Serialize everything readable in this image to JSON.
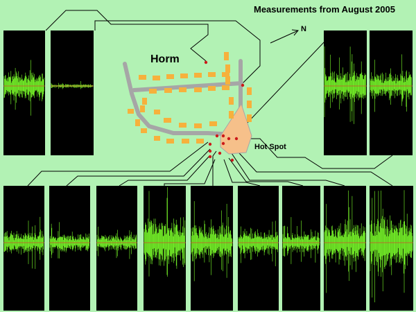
{
  "title": "Measurements from August 2005",
  "map": {
    "place_label": "Horm",
    "hotspot_label": "Hot Spot",
    "north_label": "N"
  },
  "colors": {
    "background": "#b2f2b4",
    "panel": "#000000",
    "signal": "#7bff2a",
    "road": "#a6a6a6",
    "building": "#f6b13c",
    "hotspot_area": "#f6c08a",
    "marker": "#cc1a1a",
    "baseline": "#d24b2e"
  },
  "waveforms": [
    {
      "id": "top-left-1",
      "level": 0.35
    },
    {
      "id": "top-left-2",
      "level": 0.05
    },
    {
      "id": "top-right-1",
      "level": 0.45
    },
    {
      "id": "top-right-2",
      "level": 0.35
    },
    {
      "id": "bottom-1",
      "level": 0.3
    },
    {
      "id": "bottom-2",
      "level": 0.25
    },
    {
      "id": "bottom-3",
      "level": 0.2
    },
    {
      "id": "bottom-4",
      "level": 0.6
    },
    {
      "id": "bottom-5",
      "level": 0.45
    },
    {
      "id": "bottom-6",
      "level": 0.3
    },
    {
      "id": "bottom-7",
      "level": 0.25
    },
    {
      "id": "bottom-8",
      "level": 0.55
    },
    {
      "id": "bottom-9",
      "level": 0.75
    }
  ]
}
